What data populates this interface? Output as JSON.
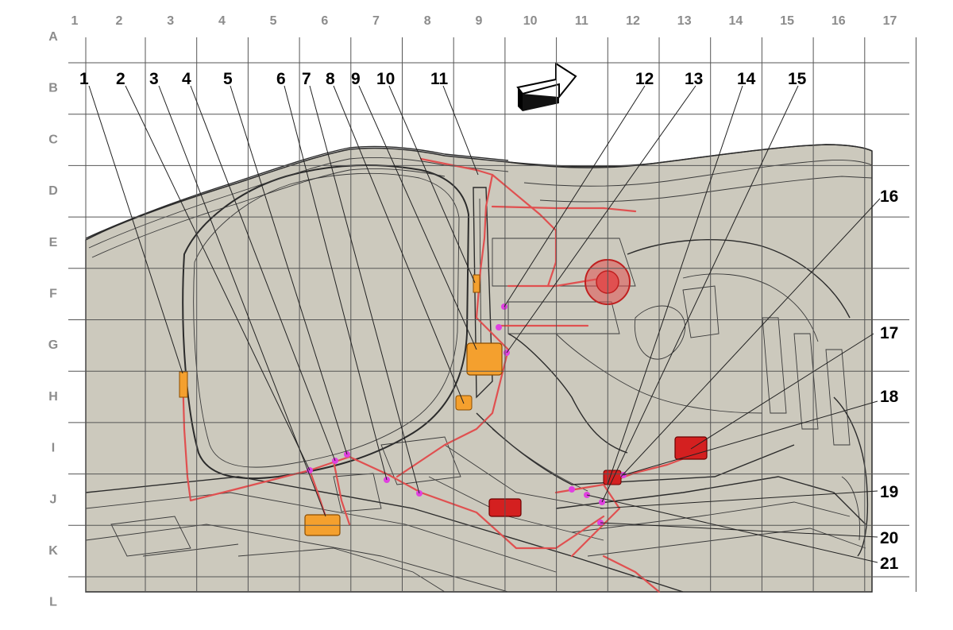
{
  "grid": {
    "columns": [
      "1",
      "2",
      "3",
      "4",
      "5",
      "6",
      "7",
      "8",
      "9",
      "10",
      "11",
      "12",
      "13",
      "14",
      "15",
      "16",
      "17"
    ],
    "rows": [
      "A",
      "B",
      "C",
      "D",
      "E",
      "F",
      "G",
      "H",
      "I",
      "J",
      "K",
      "L"
    ]
  },
  "callouts": {
    "top": [
      "1",
      "2",
      "3",
      "4",
      "5",
      "6",
      "7",
      "8",
      "9",
      "10",
      "11",
      "12",
      "13",
      "14",
      "15"
    ],
    "right": [
      "16",
      "17",
      "18",
      "19",
      "20",
      "21"
    ]
  },
  "colors": {
    "body_fill": "#ccc9bd",
    "wire": "#e05050",
    "connector_orange": "#f4a02e",
    "connector_red": "#d42020",
    "ground_point": "#e040e0",
    "grid_line": "#555555",
    "label_gray": "#8c8c8c"
  },
  "icons": {
    "direction_arrow": "forward-direction-arrow-icon"
  }
}
